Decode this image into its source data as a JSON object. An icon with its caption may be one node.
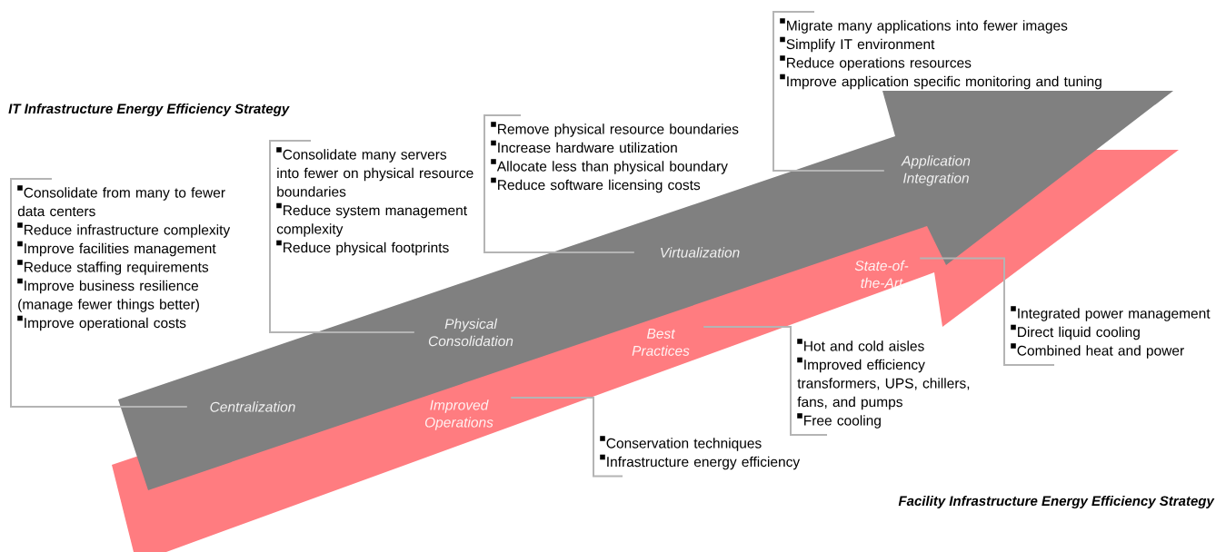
{
  "diagram": {
    "nodes": [
      {
        "text": [],
        "shape": "arrow"
      },
      {
        "text": [],
        "shape": "arrow"
      },
      {
        "text": [
          "Centralization"
        ],
        "in": 0
      },
      {
        "text": [
          "Physical Consolidation"
        ],
        "in": 0
      },
      {
        "text": [
          "Virtualization"
        ],
        "in": 0
      },
      {
        "text": [
          "Application Integration"
        ],
        "in": 0
      },
      {
        "text": [
          "Improved Operations"
        ],
        "in": 1
      },
      {
        "text": [
          "Best Practices"
        ],
        "in": 1
      },
      {
        "text": [
          "State-of-the-Art"
        ],
        "in": 1
      },
      {
        "text": [
          "Consolidate from many to fewer data centers",
          "Reduce infrastructure complexity",
          "Improve facilities management",
          "Reduce staffing requirements",
          "Improve business resilience (manage fewer things better)",
          "Improve operational costs"
        ]
      },
      {
        "text": [
          "Consolidate many servers into fewer on physical resource boundaries",
          "Reduce system management complexity",
          "Reduce physical footprints"
        ]
      },
      {
        "text": [
          "Remove physical resource boundaries",
          "Increase hardware utilization",
          "Allocate less than physical boundary",
          "Reduce software licensing costs"
        ]
      },
      {
        "text": [
          "Migrate many applications into fewer images",
          "Simplify IT environment",
          "Reduce operations resources",
          "Improve application specific monitoring and tuning"
        ]
      },
      {
        "text": [
          "Integrated power management",
          "Direct liquid cooling",
          "Combined heat and power"
        ]
      },
      {
        "text": [
          "Hot and cold aisles",
          "Improved efficiency transformers, UPS, chillers, fans, and pumps",
          "Free cooling"
        ]
      },
      {
        "text": [
          "Conservation techniques",
          "Infrastructure energy efficiency"
        ]
      }
    ],
    "edges": [
      {
        "from": 2,
        "to": 9,
        "arrow": "none"
      },
      {
        "from": 3,
        "to": 10,
        "arrow": "none"
      },
      {
        "from": 4,
        "to": 11,
        "arrow": "none"
      },
      {
        "from": 5,
        "to": 12,
        "arrow": "none"
      },
      {
        "from": 8,
        "to": 13,
        "arrow": "none"
      },
      {
        "from": 7,
        "to": 14,
        "arrow": "none"
      },
      {
        "from": 6,
        "to": 15,
        "arrow": "none"
      }
    ],
    "labels": [
      "IT Infrastructure Energy Efficiency Strategy",
      "Facility Infrastructure Energy Efficiency Strategy"
    ]
  }
}
